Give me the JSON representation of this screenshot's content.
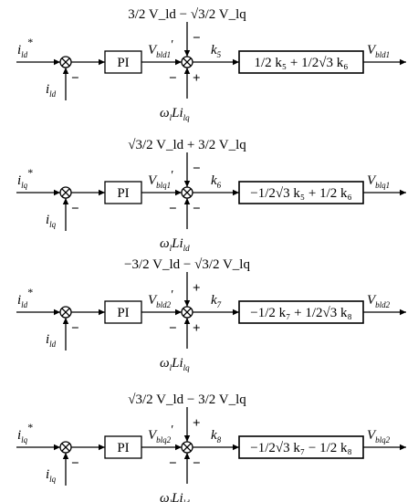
{
  "pi_label": "PI",
  "sum_glyph": "⊗",
  "stages": [
    {
      "ref": {
        "main": "i",
        "sub": "ld",
        "sup": "*"
      },
      "feedback": {
        "main": "i",
        "sub": "ld"
      },
      "pi_out": {
        "main": "V",
        "sub": "bld1",
        "prime": "′"
      },
      "top_input": "3/2 V_ld − √3/2 V_lq",
      "coupling": {
        "main": "ω",
        "sub": "l",
        "mid": "Li",
        "sub2": "lq"
      },
      "k": {
        "main": "k",
        "sub": "5"
      },
      "func": "1/2 k₅ + 1/2√3 k₆",
      "output": {
        "main": "V",
        "sub": "bld1"
      },
      "signs": {
        "fb": "−",
        "top": "−",
        "left": "−",
        "bottom": "+"
      }
    },
    {
      "ref": {
        "main": "i",
        "sub": "lq",
        "sup": "*"
      },
      "feedback": {
        "main": "i",
        "sub": "lq"
      },
      "pi_out": {
        "main": "V",
        "sub": "blq1",
        "prime": "′"
      },
      "top_input": "√3/2 V_ld + 3/2 V_lq",
      "coupling": {
        "main": "ω",
        "sub": "l",
        "mid": "Li",
        "sub2": "ld"
      },
      "k": {
        "main": "k",
        "sub": "6"
      },
      "func": "−1/2√3 k₅ + 1/2 k₆",
      "output": {
        "main": "V",
        "sub": "blq1"
      },
      "signs": {
        "fb": "−",
        "top": "−",
        "left": "−",
        "bottom": "−"
      }
    },
    {
      "ref": {
        "main": "i",
        "sub": "ld",
        "sup": "*"
      },
      "feedback": {
        "main": "i",
        "sub": "ld"
      },
      "pi_out": {
        "main": "V",
        "sub": "bld2",
        "prime": "′"
      },
      "top_input": "−3/2 V_ld − √3/2 V_lq",
      "coupling": {
        "main": "ω",
        "sub": "l",
        "mid": "Li",
        "sub2": "lq"
      },
      "k": {
        "main": "k",
        "sub": "7"
      },
      "func": "−1/2 k₇ + 1/2√3 k₈",
      "output": {
        "main": "V",
        "sub": "bld2"
      },
      "signs": {
        "fb": "−",
        "top": "+",
        "left": "−",
        "bottom": "+"
      }
    },
    {
      "ref": {
        "main": "i",
        "sub": "lq",
        "sup": "*"
      },
      "feedback": {
        "main": "i",
        "sub": "lq"
      },
      "pi_out": {
        "main": "V",
        "sub": "blq2",
        "prime": "′"
      },
      "top_input": "√3/2 V_ld − 3/2 V_lq",
      "coupling": {
        "main": "ω",
        "sub": "l",
        "mid": "Li",
        "sub2": "ld"
      },
      "k": {
        "main": "k",
        "sub": "8"
      },
      "func": "−1/2√3 k₇ − 1/2 k₈",
      "output": {
        "main": "V",
        "sub": "blq2"
      },
      "signs": {
        "fb": "−",
        "top": "+",
        "left": "−",
        "bottom": "−"
      }
    }
  ]
}
